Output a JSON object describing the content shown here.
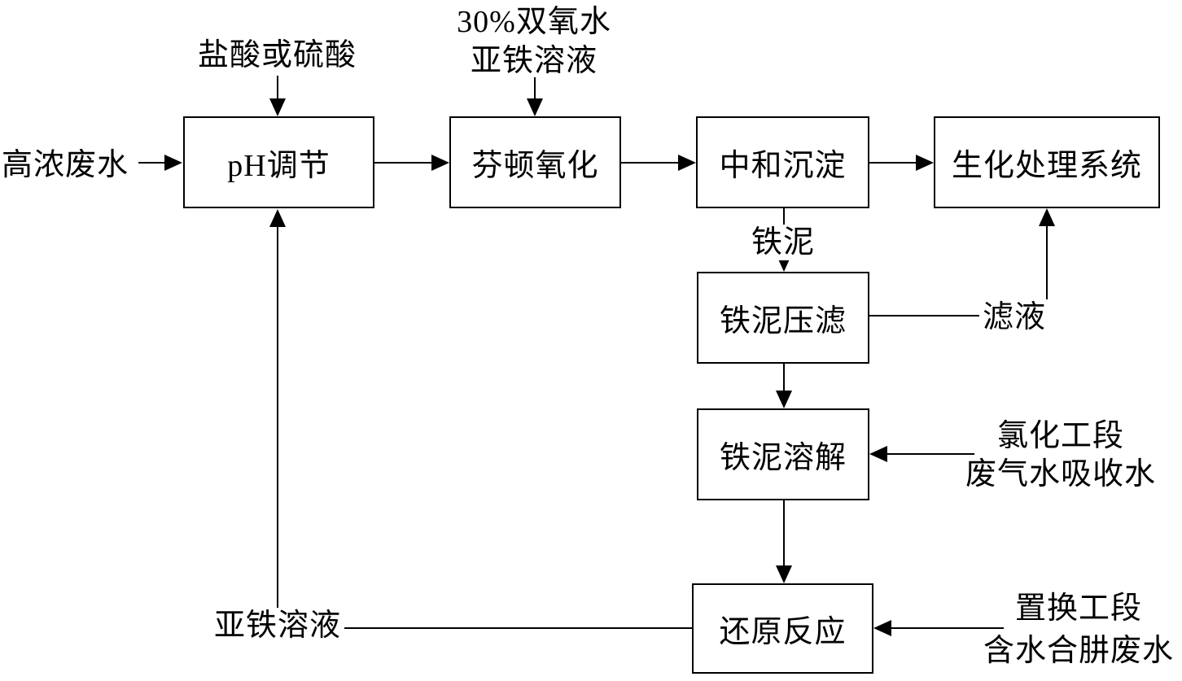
{
  "figure": {
    "colors": {
      "background": "#ffffff",
      "line": "#000000",
      "text": "#000000"
    },
    "boxes": [
      {
        "id": "ph-adjust",
        "label": "pH调节"
      },
      {
        "id": "fenton-oxidation",
        "label": "芬顿氧化"
      },
      {
        "id": "neutralization",
        "label": "中和沉淀"
      },
      {
        "id": "biochemical-system",
        "label": "生化处理系统"
      },
      {
        "id": "sludge-filter-press",
        "label": "铁泥压滤"
      },
      {
        "id": "sludge-dissolution",
        "label": "铁泥溶解"
      },
      {
        "id": "reduction-reaction",
        "label": "还原反应"
      }
    ],
    "annotations": {
      "influent": "高浓废水",
      "acid": "盐酸或硫酸",
      "peroxide_line1": "30%双氧水",
      "peroxide_line2": "亚铁溶液",
      "iron_sludge": "铁泥",
      "filtrate": "滤液",
      "chlorination_line1": "氯化工段",
      "chlorination_line2": "废气水吸收水",
      "replacement_line1": "置换工段",
      "replacement_line2": "含水合肼废水",
      "ferrous_solution": "亚铁溶液"
    }
  }
}
